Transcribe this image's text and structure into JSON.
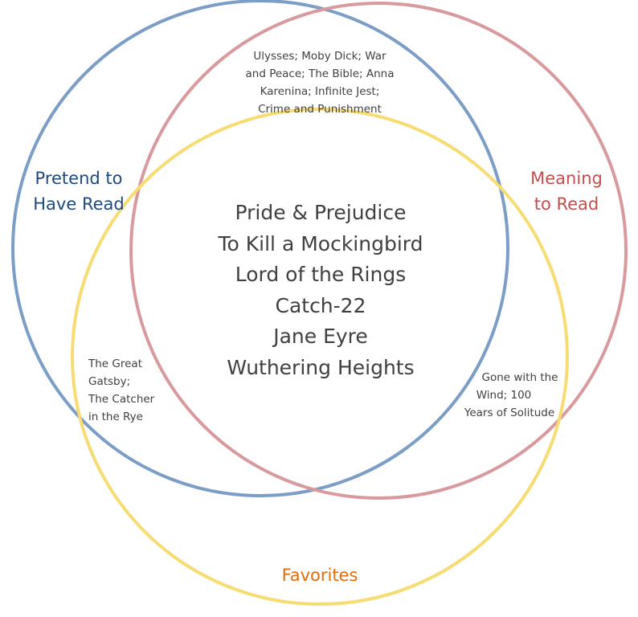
{
  "colors": {
    "pretend": "#7B9DC6",
    "pretend_label": "#1F497D",
    "meaning": "#D99A9E",
    "meaning_label": "#C0504D",
    "favorites": "#F7DC74",
    "favorites_label": "#E46C0A",
    "text": "#404040"
  },
  "sets": {
    "pretend": {
      "line1": "Pretend to",
      "line2": "Have Read"
    },
    "meaning": {
      "line1": "Meaning",
      "line2": "to Read"
    },
    "favorites": {
      "label": "Favorites"
    }
  },
  "regions": {
    "pretend_meaning": [
      "Ulysses; Moby Dick; War",
      "and Peace; The Bible; Anna",
      "Karenina; Infinite Jest;",
      "Crime and Punishment"
    ],
    "pretend_favorites": [
      "The Great",
      "Gatsby;",
      "The Catcher",
      "in the Rye"
    ],
    "meaning_favorites": [
      "Gone with the",
      "Wind; 100",
      "Years of Solitude"
    ],
    "all_three": [
      "Pride & Prejudice",
      "To Kill a Mockingbird",
      "Lord of the Rings",
      "Catch-22",
      "Jane Eyre",
      "Wuthering Heights"
    ]
  }
}
